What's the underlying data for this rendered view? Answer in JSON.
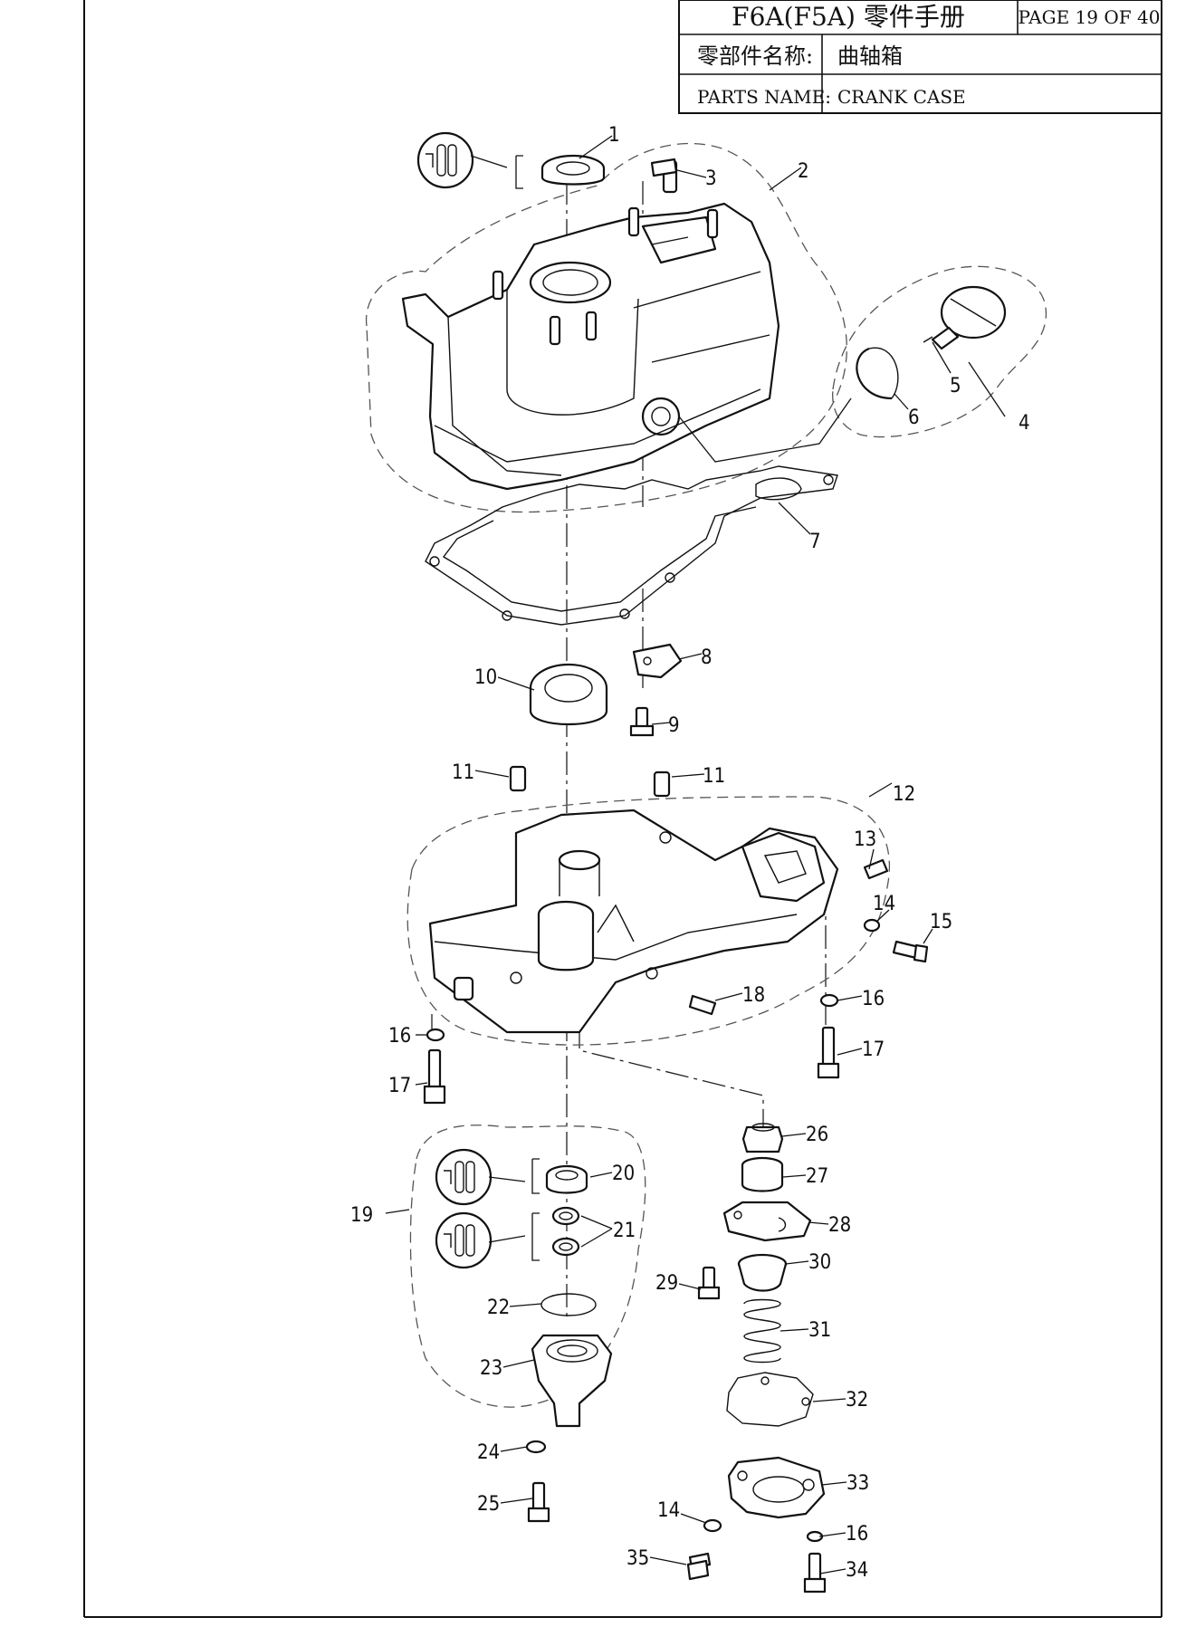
{
  "header": {
    "title": "F6A(F5A) 零件手册",
    "page": "PAGE 19 OF 40",
    "name_label_cn": "零部件名称:",
    "name_value_cn": "曲轴箱",
    "name_label_en": "PARTS NAME:",
    "name_value_en": "CRANK CASE"
  },
  "callouts": {
    "c1": "1",
    "c2": "2",
    "c3": "3",
    "c4": "4",
    "c5": "5",
    "c6": "6",
    "c7": "7",
    "c8": "8",
    "c9": "9",
    "c10": "10",
    "c11a": "11",
    "c11b": "11",
    "c12": "12",
    "c13": "13",
    "c14a": "14",
    "c14b": "14",
    "c15": "15",
    "c16a": "16",
    "c16b": "16",
    "c16c": "16",
    "c17a": "17",
    "c17b": "17",
    "c18": "18",
    "c19": "19",
    "c20": "20",
    "c21": "21",
    "c22": "22",
    "c23": "23",
    "c24": "24",
    "c25": "25",
    "c26": "26",
    "c27": "27",
    "c28": "28",
    "c29": "29",
    "c30": "30",
    "c31": "31",
    "c32": "32",
    "c33": "33",
    "c34": "34",
    "c35": "35"
  }
}
